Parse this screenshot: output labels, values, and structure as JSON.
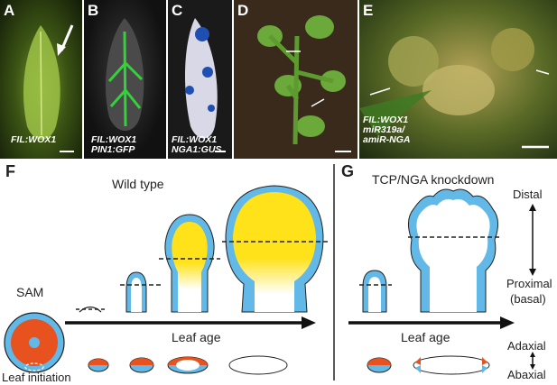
{
  "panels": [
    {
      "letter": "A",
      "caption": "FIL:WOX1"
    },
    {
      "letter": "B",
      "caption": "FIL:WOX1\nPIN1:GFP"
    },
    {
      "letter": "C",
      "caption": "FIL:WOX1\nNGA1:GUS"
    },
    {
      "letter": "D",
      "caption": ""
    },
    {
      "letter": "E",
      "caption": "FIL:WOX1\nmiR319a/\namiR-NGA"
    }
  ],
  "diagram_f": {
    "letter": "F",
    "title": "Wild type",
    "sam_label": "SAM",
    "initiation_label": "Leaf initiation",
    "axis_label": "Leaf age"
  },
  "diagram_g": {
    "letter": "G",
    "title": "TCP/NGA knockdown",
    "axis_label": "Leaf age",
    "distal": "Distal",
    "proximal": "Proximal",
    "basal": "(basal)",
    "adaxial": "Adaxial",
    "abaxial": "Abaxial"
  },
  "colors": {
    "orange": "#e8521e",
    "blue": "#62b8e6",
    "yellow": "#ffe21a"
  }
}
